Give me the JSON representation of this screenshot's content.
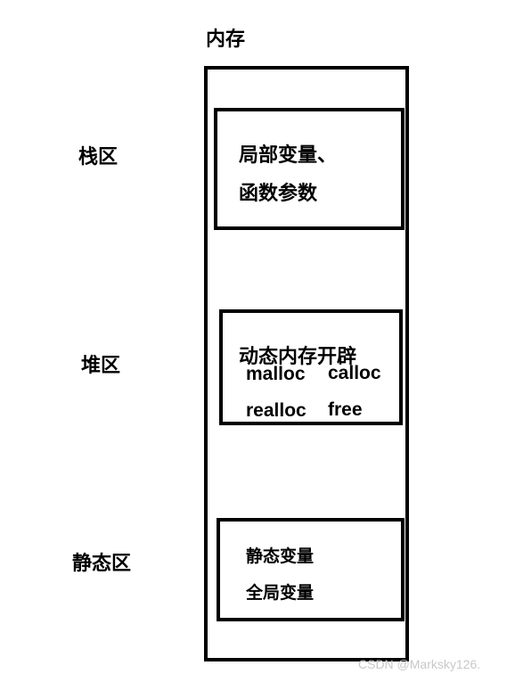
{
  "title": "内存",
  "regions": {
    "stack_label": "栈区",
    "heap_label": "堆区",
    "static_label": "静态区"
  },
  "stack_box": {
    "line1": "局部变量、",
    "line2": "函数参数"
  },
  "heap_box": {
    "title": "动态内存开辟",
    "functions": [
      "malloc",
      "calloc",
      "realloc",
      "free"
    ]
  },
  "static_box": {
    "line1": "静态变量",
    "line2": "全局变量"
  },
  "watermark": "CSDN @Marksky126."
}
